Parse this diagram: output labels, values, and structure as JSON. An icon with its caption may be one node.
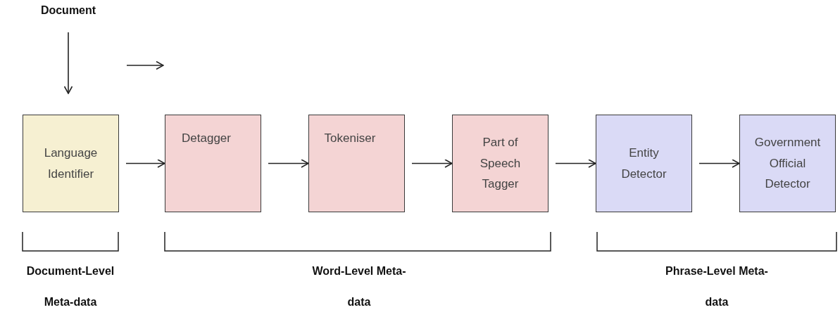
{
  "diagram": {
    "nodes": [
      {
        "text": [
          "Document"
        ]
      },
      {
        "text": [
          "Language Identifier"
        ]
      },
      {
        "text": [
          "Detagger"
        ]
      },
      {
        "text": [
          "Tokeniser"
        ]
      },
      {
        "text": [
          "Part of Speech Tagger"
        ]
      },
      {
        "text": [
          "Entity Detector"
        ]
      },
      {
        "text": [
          "Government Official Detector"
        ]
      }
    ],
    "edges": [
      {
        "from": 0,
        "to": 1,
        "arrow": "to"
      },
      {
        "from": 1,
        "to": 2,
        "arrow": "to"
      },
      {
        "from": 2,
        "to": 3,
        "arrow": "to"
      },
      {
        "from": 3,
        "to": 4,
        "arrow": "to"
      },
      {
        "from": 4,
        "to": 5,
        "arrow": "to"
      },
      {
        "from": 5,
        "to": 6,
        "arrow": "to"
      }
    ],
    "labels": [
      "Document-Level Meta-data",
      "Word-Level Meta-data",
      "Phrase-Level Meta-data"
    ]
  }
}
